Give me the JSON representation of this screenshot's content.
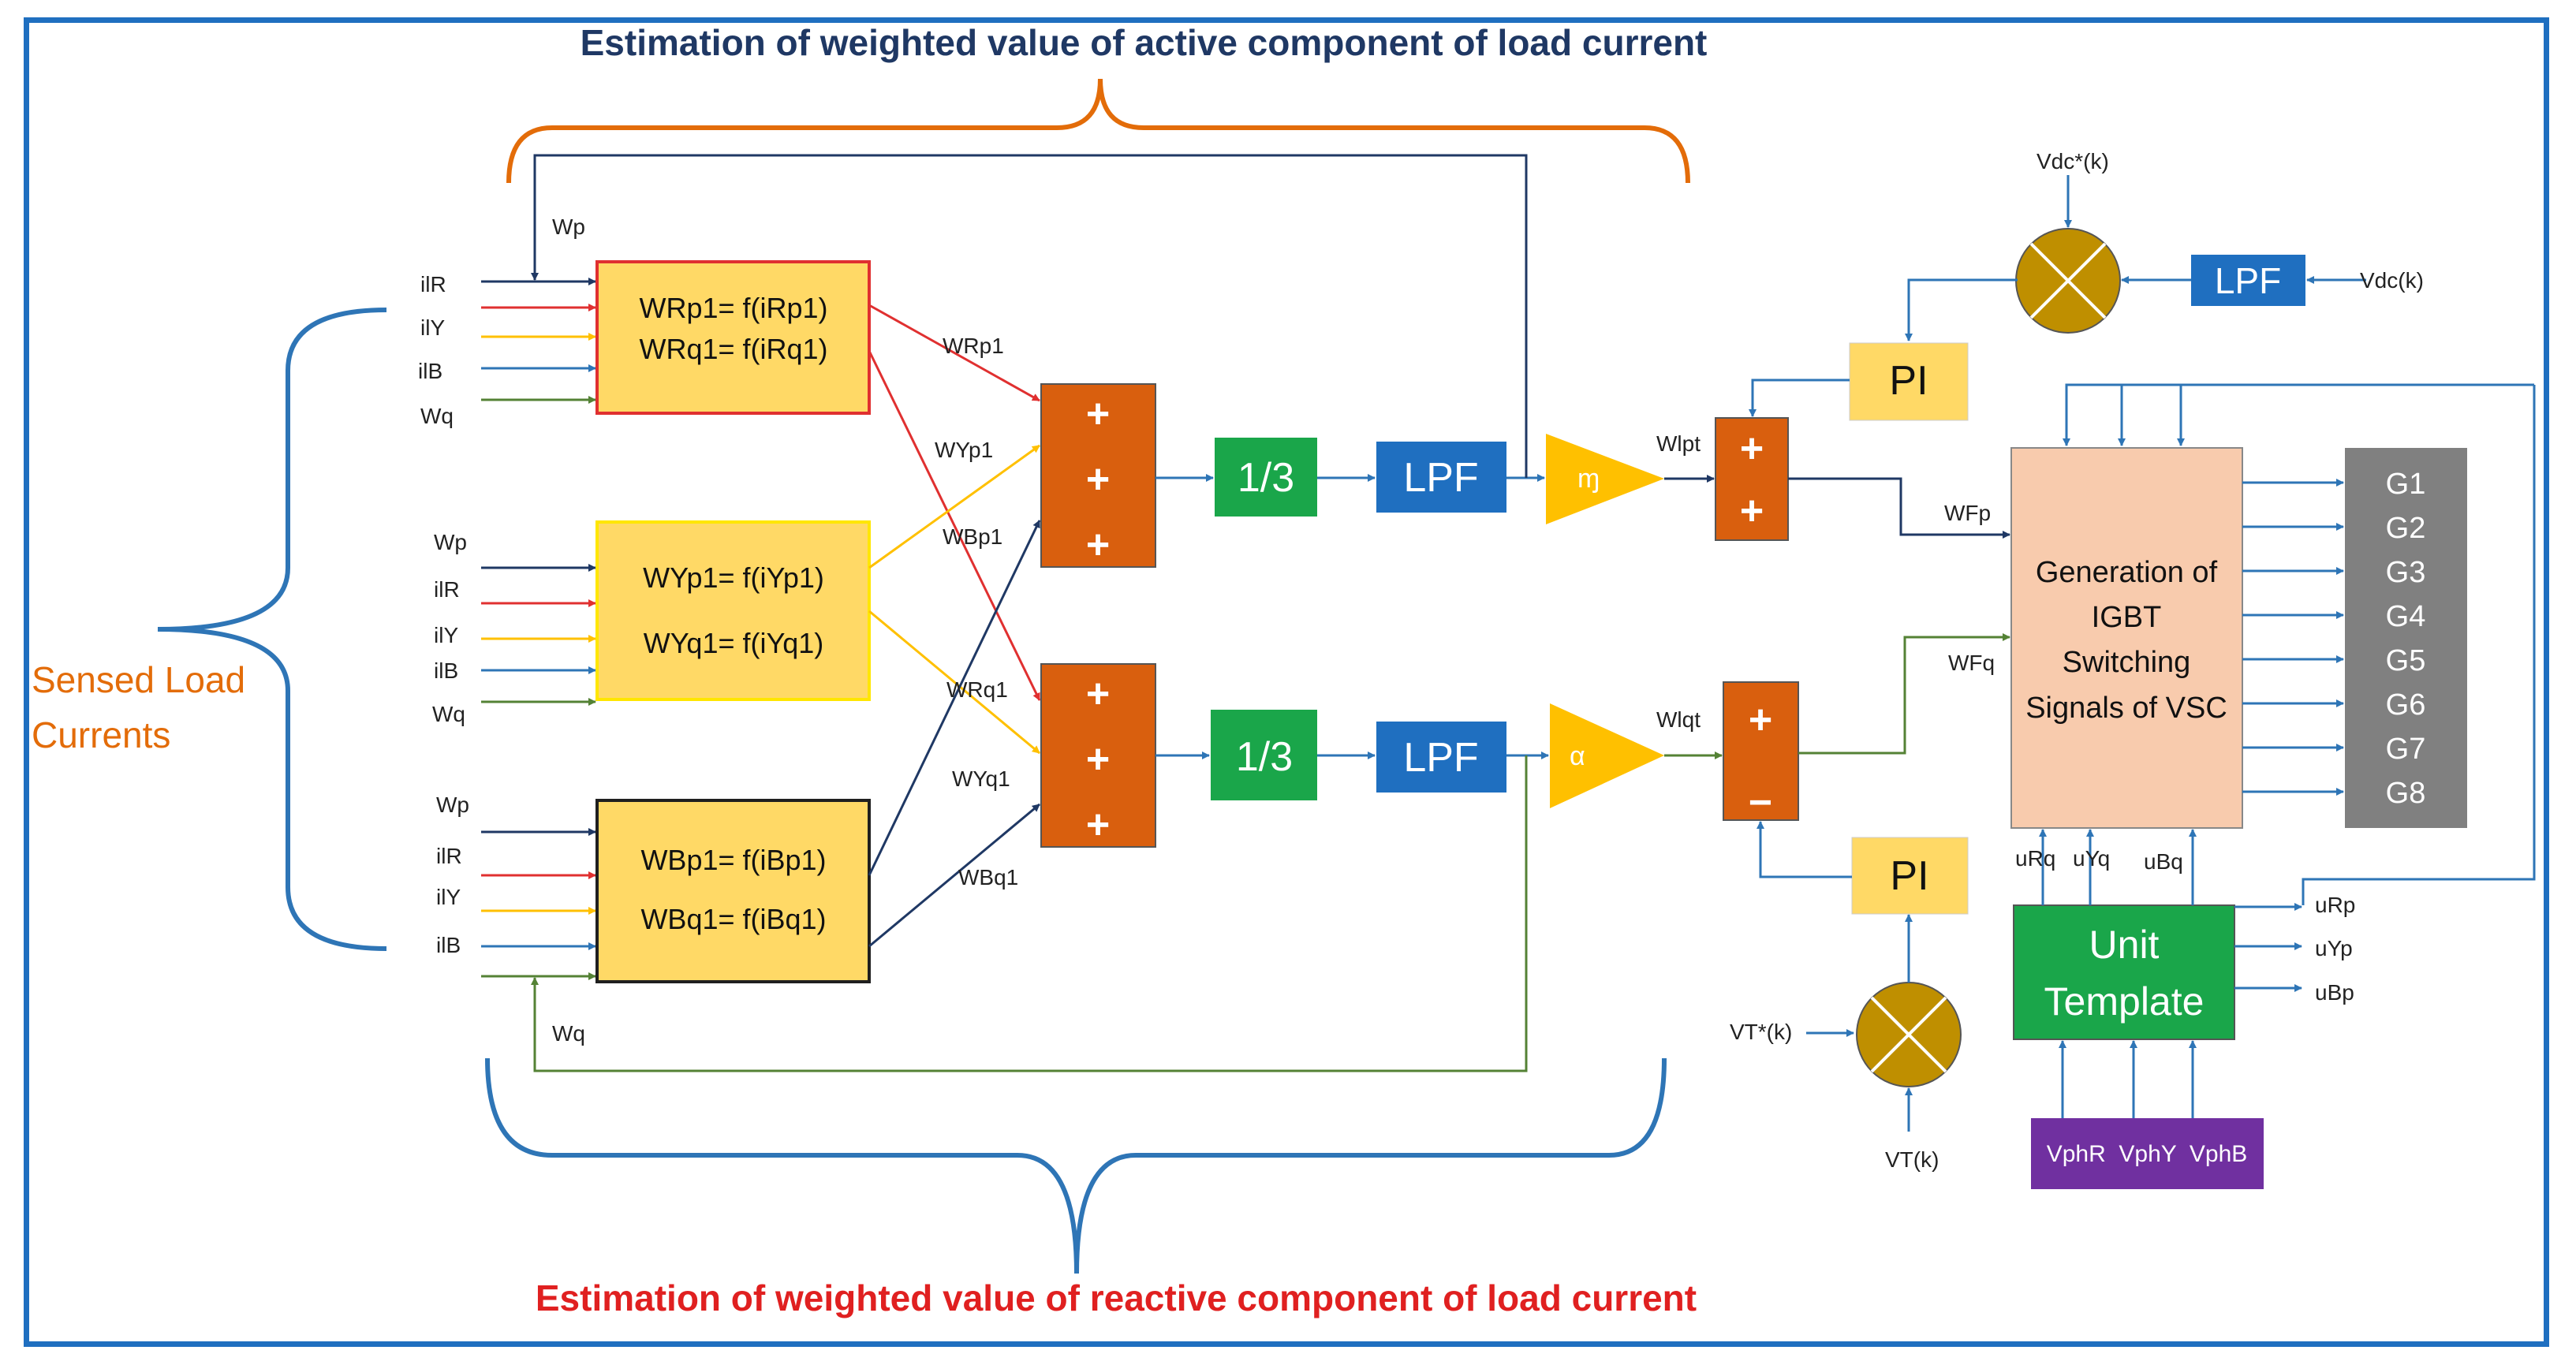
{
  "titles": {
    "top": "Estimation of weighted value of active component of load current",
    "bottom": "Estimation of weighted value of reactive component of load current",
    "sensed_line1": "Sensed Load",
    "sensed_line2": "Currents"
  },
  "blocks": {
    "r_line1": "WRp1= f(iRp1)",
    "r_line2": "WRq1= f(iRq1)",
    "y_line1": "WYp1= f(iYp1)",
    "y_line2": "WYq1= f(iYq1)",
    "b_line1": "WBp1= f(iBp1)",
    "b_line2": "WBq1= f(iBq1)",
    "third": "1/3",
    "lpf": "LPF",
    "pi": "PI",
    "plus": "+",
    "minus": "−",
    "gen_l1": "Generation of",
    "gen_l2": "IGBT",
    "gen_l3": "Switching",
    "gen_l4": "Signals of VSC",
    "unit_l1": "Unit",
    "unit_l2": "Template",
    "vph": "VphR  VphY  VphB",
    "gain_a": "ɱ",
    "gain_b": "α"
  },
  "inputs": {
    "wp": "Wp",
    "wq": "Wq",
    "ilr": "ilR",
    "ily": "ilY",
    "ilb": "ilB"
  },
  "signals": {
    "wrp1": "WRp1",
    "wyp1": "WYp1",
    "wbp1": "WBp1",
    "wrq1": "WRq1",
    "wyq1": "WYq1",
    "wbq1": "WBq1",
    "wlpt": "Wlpt",
    "wlqt": "Wlqt",
    "wfp": "WFp",
    "wfq": "WFq",
    "vdc_ref": "Vdc*(k)",
    "vdc": "Vdc(k)",
    "vt_ref": "VT*(k)",
    "vt": "VT(k)",
    "urq": "uRq",
    "uyq": "uYq",
    "ubq": "uBq",
    "urp": "uRp",
    "uyp": "uYp",
    "ubp": "uBp"
  },
  "gates": [
    "G1",
    "G2",
    "G3",
    "G4",
    "G5",
    "G6",
    "G7",
    "G8"
  ],
  "colors": {
    "orange_block": "#d95f0e",
    "green_block": "#1aa64a",
    "blue_block": "#1f6fc0",
    "yellow_block": "#ffd966",
    "gain": "#ffc000",
    "comparator": "#bf8f00",
    "gen_block": "#f8cbad",
    "gate_block": "#808080",
    "vph_block": "#7030a0",
    "wire_blue": "#2e75b6",
    "wire_dark": "#1f3864",
    "wire_red": "#e03030",
    "wire_yellow": "#ffc000",
    "wire_green": "#548235",
    "brace_orange": "#e36c09"
  }
}
